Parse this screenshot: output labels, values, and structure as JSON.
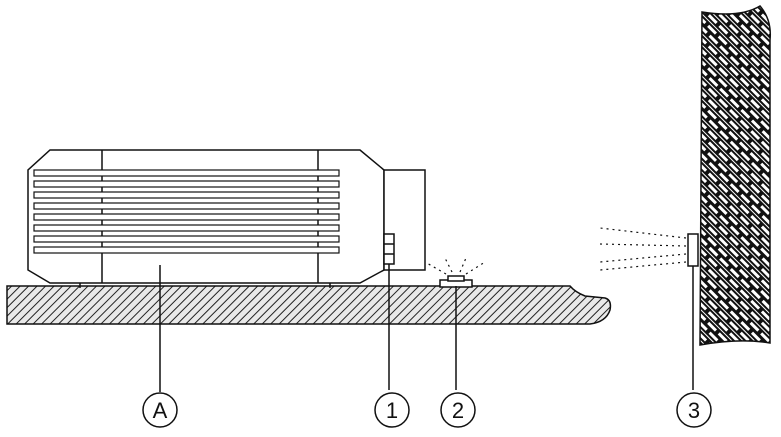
{
  "callouts": {
    "motor": "A",
    "sensor_1": "1",
    "sensor_2": "2",
    "sensor_3": "3"
  },
  "colors": {
    "line": "#111111",
    "hatch_fill": "#e9e9e9",
    "background": "#ffffff"
  },
  "icons": {
    "motor": "motor-icon",
    "sensor": "sensor-icon",
    "wall": "wall-icon"
  }
}
